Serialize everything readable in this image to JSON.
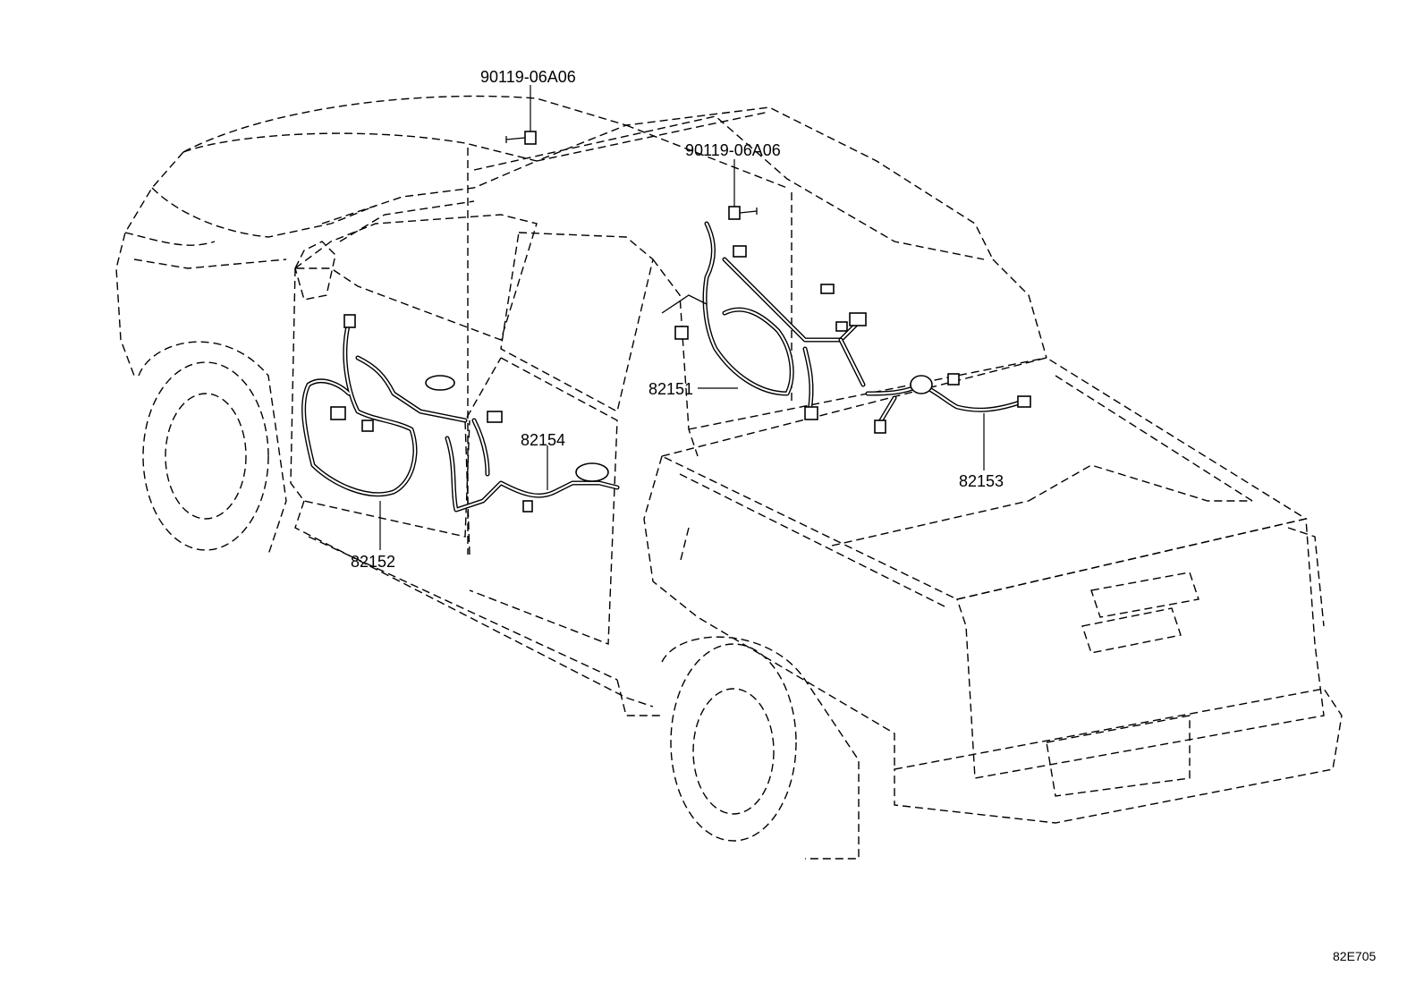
{
  "callouts": [
    {
      "part": "90119-06A06"
    },
    {
      "part": "90119-06A06"
    },
    {
      "part": "82151"
    },
    {
      "part": "82154"
    },
    {
      "part": "82152"
    },
    {
      "part": "82153"
    }
  ],
  "diagram_id": "82E705"
}
